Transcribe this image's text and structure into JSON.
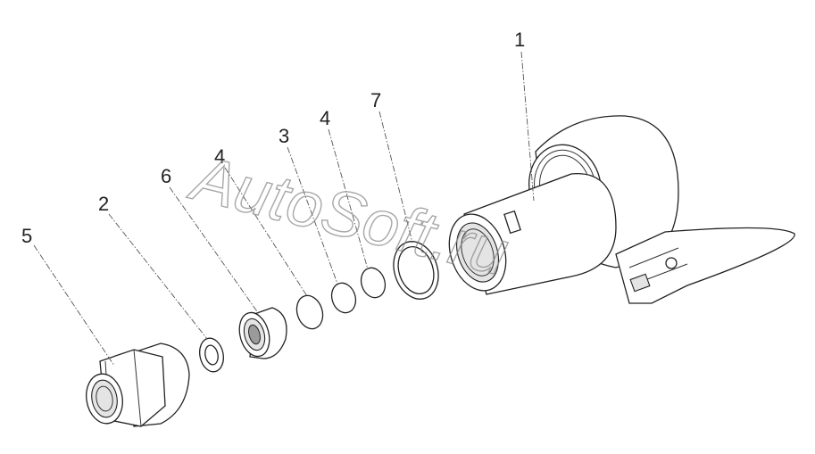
{
  "callouts": {
    "part_1": "1",
    "part_2": "2",
    "part_3": "3",
    "part_4a": "4",
    "part_4b": "4",
    "part_5": "5",
    "part_6": "6",
    "part_7": "7"
  },
  "watermark": "AutoSoft.ru",
  "colors": {
    "line": "#222222",
    "watermark": "#8a8a8a"
  }
}
